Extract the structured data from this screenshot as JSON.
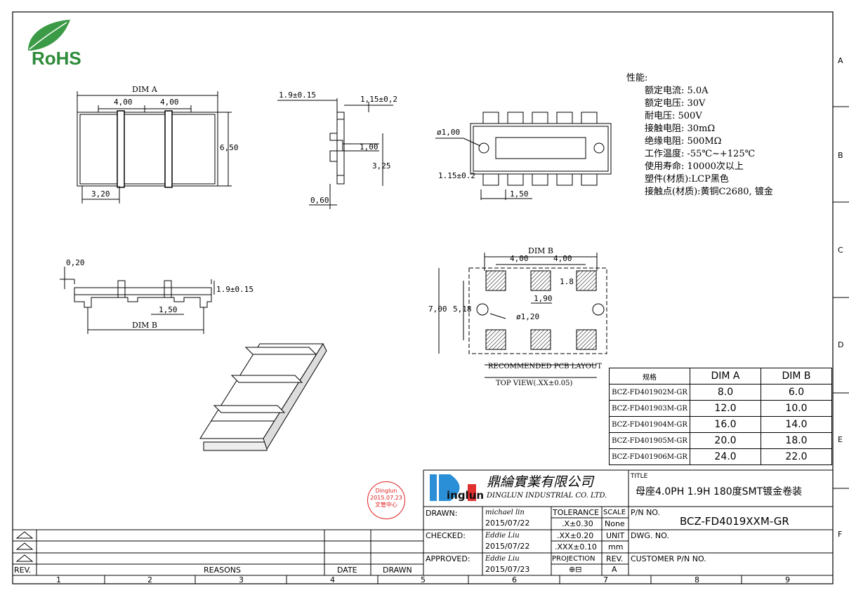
{
  "logo": {
    "text": "RoHS",
    "color": "#2e8b3a"
  },
  "dims_top": {
    "dim_a": "DIM A",
    "pitch1": "4,00",
    "pitch2": "4,00",
    "height": "6,50",
    "width": "3,20"
  },
  "dims_side": {
    "top": "1.9±0.15",
    "pin": "1,15±0,2",
    "gap": "1,00",
    "mid": "3,25",
    "base": "0,60"
  },
  "dims_bottom": {
    "hole": "ø1,00",
    "pin_len": "1.15±0.2",
    "pitch": "1,50"
  },
  "dims_front": {
    "thick": "0,20",
    "height": "1.9±0.15",
    "pitch": "1,50",
    "dim_b": "DIM B"
  },
  "pcb": {
    "dim_b": "DIM B",
    "p1": "4,00",
    "p2": "4,00",
    "pad": "1.8",
    "pad_w": "1,90",
    "hole": "ø1,20",
    "h_outer": "7,00",
    "h_inner": "5,18",
    "caption1": "RECOMMENDED PCB LAYOUT",
    "caption2": "TOP VIEW(.XX±0.05)"
  },
  "specs": {
    "title": "性能:",
    "rows": [
      "额定电流: 5.0A",
      "额定电压: 30V",
      "耐电压: 500V",
      "接触电阻: 30mΩ",
      "绝缘电阻: 500MΩ",
      "工作温度: -55℃~+125℃",
      "使用寿命: 10000次以上",
      "塑件(材质):LCP黑色",
      "接触点(材质):黄铜C2680, 镀金"
    ]
  },
  "variants": {
    "headers": [
      "规格",
      "DIM A",
      "DIM B"
    ],
    "rows": [
      [
        "BCZ-FD401902M-GR",
        "8.0",
        "6.0"
      ],
      [
        "BCZ-FD401903M-GR",
        "12.0",
        "10.0"
      ],
      [
        "BCZ-FD401904M-GR",
        "16.0",
        "14.0"
      ],
      [
        "BCZ-FD401905M-GR",
        "20.0",
        "18.0"
      ],
      [
        "BCZ-FD401906M-GR",
        "24.0",
        "22.0"
      ]
    ]
  },
  "stamp": {
    "line1": "Dinglun",
    "line2": "2015.07.23",
    "line3": "文管中心",
    "color": "#e02020"
  },
  "company": {
    "logo_text": "inglun",
    "logo_color": "#3aa0e0",
    "name_cn": "鼎綸實業有限公司",
    "name_en": "DINGLUN INDUSTRIAL CO. LTD."
  },
  "titleblock": {
    "title_label": "TITLE",
    "title_value": "母座4.0PH 1.9H 180度SMT镀金卷装",
    "drawn_label": "DRAWN:",
    "drawn_by": "michael lin",
    "drawn_date": "2015/07/22",
    "checked_label": "CHECKED:",
    "checked_by": "Eddie Liu",
    "checked_date": "2015/07/22",
    "approved_label": "APPROVED:",
    "approved_by": "Eddie Liu",
    "approved_date": "2015/07/23",
    "tolerance_label": "TOLERANCE",
    "tol1": ".X±0.30",
    "tol2": ".XX±0.20",
    "tol3": ".XXX±0.10",
    "projection_label": "PROJECTION",
    "projection_symbol": "⊕⊟",
    "scale_label": "SCALE",
    "scale_value": "None",
    "unit_label": "UNIT",
    "unit_value": "mm",
    "rev_label": "REV.",
    "rev_value": "A",
    "pn_label": "P/N NO.",
    "pn_value": "BCZ-FD4019XXM-GR",
    "dwg_label": "DWG. NO.",
    "customer_label": "CUSTOMER P/N NO."
  },
  "revision": {
    "rev": "REV.",
    "reasons": "REASONS",
    "date": "DATE",
    "drawn": "DRAWN"
  },
  "zones_right": [
    "A",
    "B",
    "C",
    "D",
    "E",
    "F"
  ],
  "zones_bottom": [
    "1",
    "2",
    "3",
    "4",
    "5",
    "6",
    "7",
    "8",
    "9"
  ]
}
